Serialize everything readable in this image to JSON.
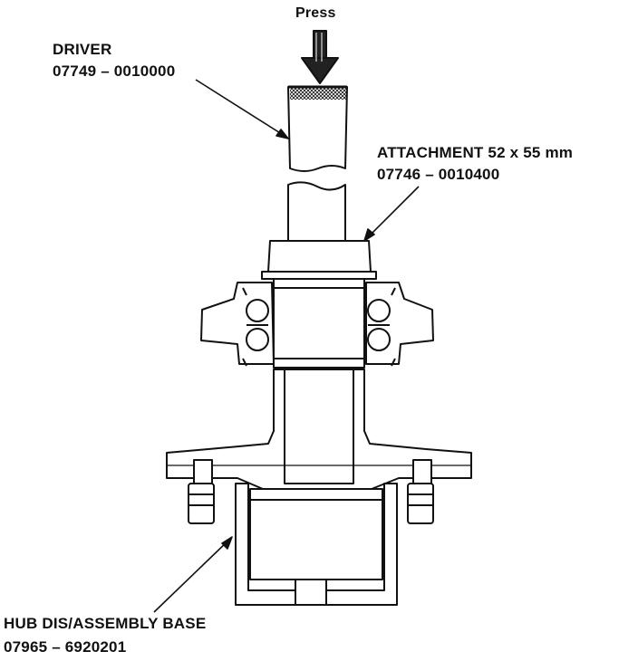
{
  "press": {
    "text": "Press"
  },
  "driver": {
    "name": "DRIVER",
    "part": "07749 – 0010000"
  },
  "attachment": {
    "name": "ATTACHMENT 52 x 55 mm",
    "part": "07746 – 0010400"
  },
  "base": {
    "name": "HUB DIS/ASSEMBLY BASE",
    "part": "07965 – 6920201"
  }
}
